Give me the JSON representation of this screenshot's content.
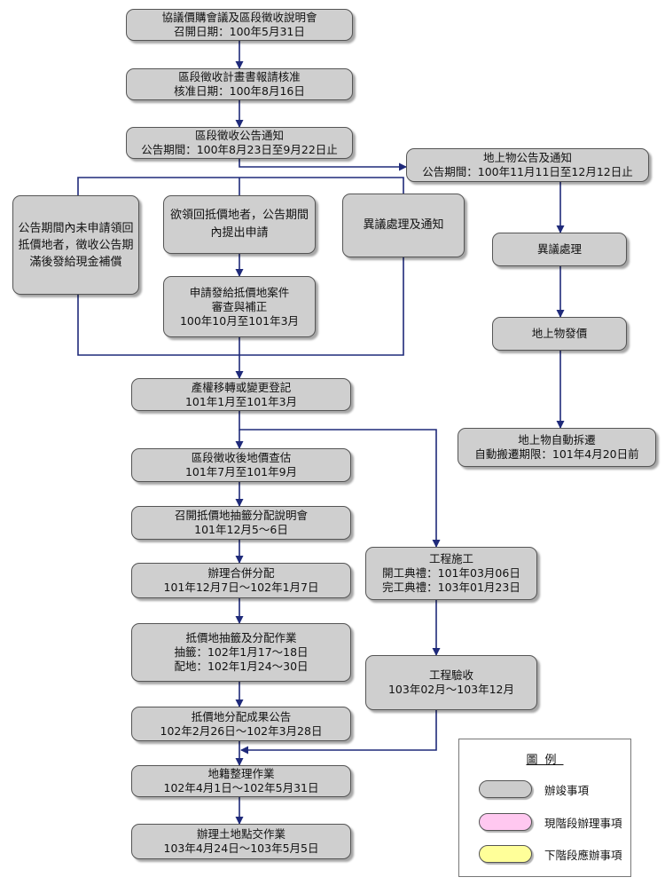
{
  "nodes": {
    "meeting": {
      "lines": [
        "協議價購會議及區段徵收說明會",
        "召開日期：100年5月31日"
      ]
    },
    "plan_approval": {
      "lines": [
        "區段徵收計畫書報請核准",
        "核准日期：100年8月16日"
      ]
    },
    "public_notice": {
      "lines": [
        "區段徵收公告通知",
        "公告期間：100年8月23日至9月22日止"
      ]
    },
    "ground_notice": {
      "lines": [
        "地上物公告及通知",
        "公告期間：100年11月11日至12月12日止"
      ]
    },
    "cash_comp": {
      "lines": [
        "公告期間內未申請領回抵價地者，徵收公告期滿後發給現金補償"
      ]
    },
    "apply_within": {
      "lines": [
        "欲領回抵價地者，公告期間內提出申請"
      ]
    },
    "objection_notice": {
      "lines": [
        "異議處理及通知"
      ]
    },
    "ground_objection": {
      "lines": [
        "異議處理"
      ]
    },
    "ground_pay": {
      "lines": [
        "地上物發價"
      ]
    },
    "review": {
      "lines": [
        "申請發給抵價地案件",
        "審查與補正",
        "100年10月至101年3月"
      ]
    },
    "registration": {
      "lines": [
        "產權移轉或變更登記",
        "101年1月至101年3月"
      ]
    },
    "ground_demolish": {
      "lines": [
        "地上物自動拆遷",
        "自動搬遷期限：101年4月20日前"
      ]
    },
    "valuation": {
      "lines": [
        "區段徵收後地價查估",
        "101年7月至101年9月"
      ]
    },
    "lottery_meeting": {
      "lines": [
        "召開抵價地抽籤分配說明會",
        "101年12月5～6日"
      ]
    },
    "construction": {
      "lines": [
        "工程施工",
        "開工典禮：101年03月06日",
        "完工典禮：103年01月23日"
      ]
    },
    "merge": {
      "lines": [
        "辦理合併分配",
        "101年12月7日～102年1月7日"
      ]
    },
    "lottery": {
      "lines": [
        "抵價地抽籤及分配作業",
        "抽籤：102年1月17～18日",
        "配地：102年1月24～30日"
      ]
    },
    "acceptance": {
      "lines": [
        "工程驗收",
        "103年02月～103年12月"
      ]
    },
    "result_notice": {
      "lines": [
        "抵價地分配成果公告",
        "102年2月26日～102年3月28日"
      ]
    },
    "cadastral": {
      "lines": [
        "地籍整理作業",
        "102年4月1日～102年5月31日"
      ]
    },
    "handover": {
      "lines": [
        "辦理土地點交作業",
        "103年4月24日～103年5月5日"
      ]
    }
  },
  "legend": {
    "title": "圖例",
    "items": [
      {
        "label": "辦竣事項",
        "color": "#cccccc"
      },
      {
        "label": "現階段辦理事項",
        "color": "#ffc8f0"
      },
      {
        "label": "下階段應辦事項",
        "color": "#ffff99"
      }
    ]
  },
  "colors": {
    "node_fill": "#cfcfcf",
    "arrow": "#1f2a7a"
  }
}
